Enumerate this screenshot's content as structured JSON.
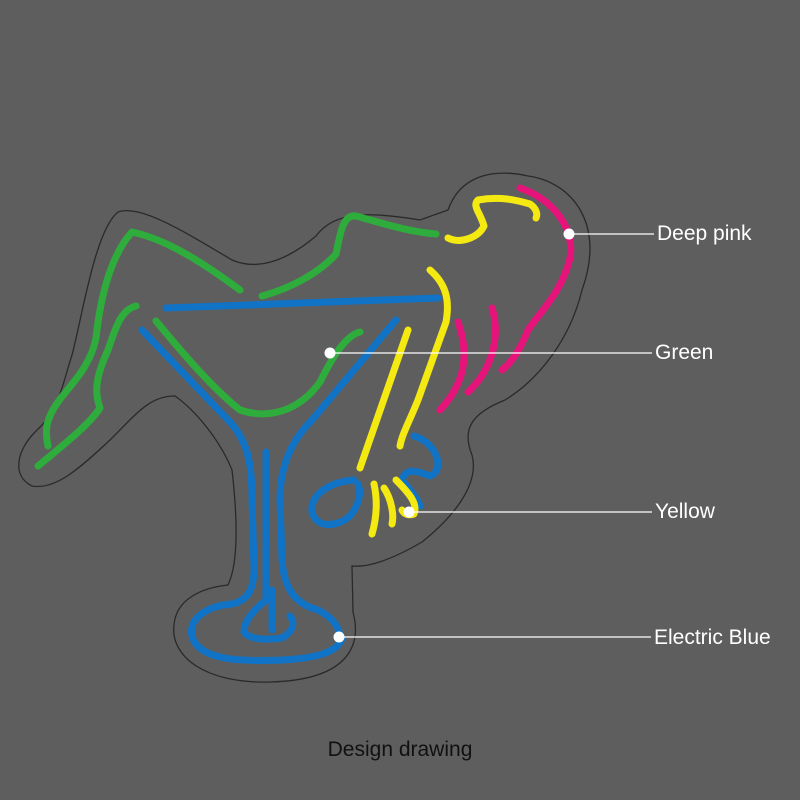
{
  "caption": "Design drawing",
  "background_color": "#5e5e5e",
  "outline_color": "#2a2a2a",
  "leader_color": "#ffffff",
  "callouts": [
    {
      "label": "Deep pink",
      "color": "#e5137a"
    },
    {
      "label": "Green",
      "color": "#2fad3c"
    },
    {
      "label": "Yellow",
      "color": "#f4ea12"
    },
    {
      "label": "Electric Blue",
      "color": "#1173c6"
    }
  ],
  "icons": [
    "neon-cocktail-lady-icon"
  ]
}
